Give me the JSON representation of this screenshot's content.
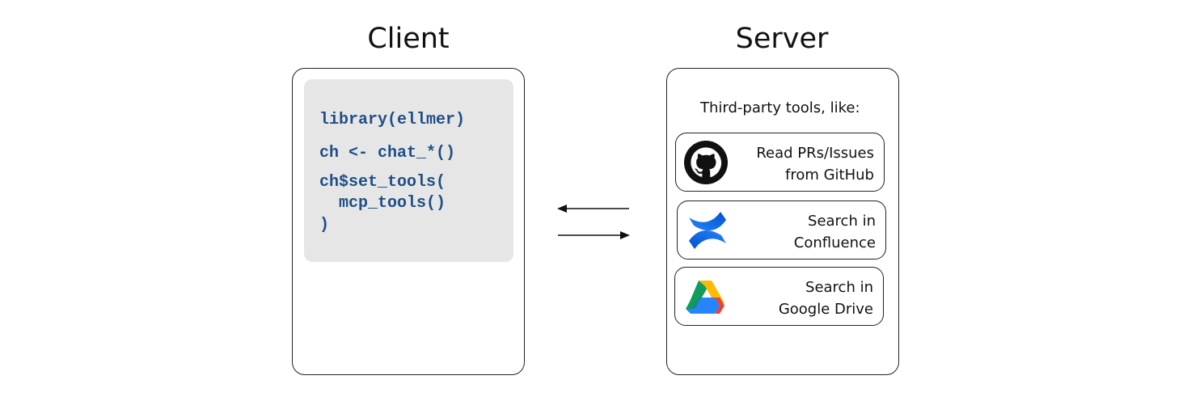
{
  "client": {
    "title": "Client",
    "code": {
      "line1": "library(ellmer)",
      "line2": "ch <- chat_*()",
      "line3": "ch$set_tools(",
      "line4": "  mcp_tools()",
      "line5": ")"
    }
  },
  "server": {
    "title": "Server",
    "caption": "Third-party tools, like:",
    "tools": [
      {
        "icon": "github-icon",
        "line1": "Read PRs/Issues",
        "line2": "from GitHub"
      },
      {
        "icon": "confluence-icon",
        "line1": "Search in",
        "line2": "Confluence"
      },
      {
        "icon": "google-drive-icon",
        "line1": "Search in",
        "line2": "Google Drive"
      }
    ]
  },
  "colors": {
    "code_text": "#1f4f86",
    "code_background": "#e6e6e6",
    "border": "#222222"
  }
}
